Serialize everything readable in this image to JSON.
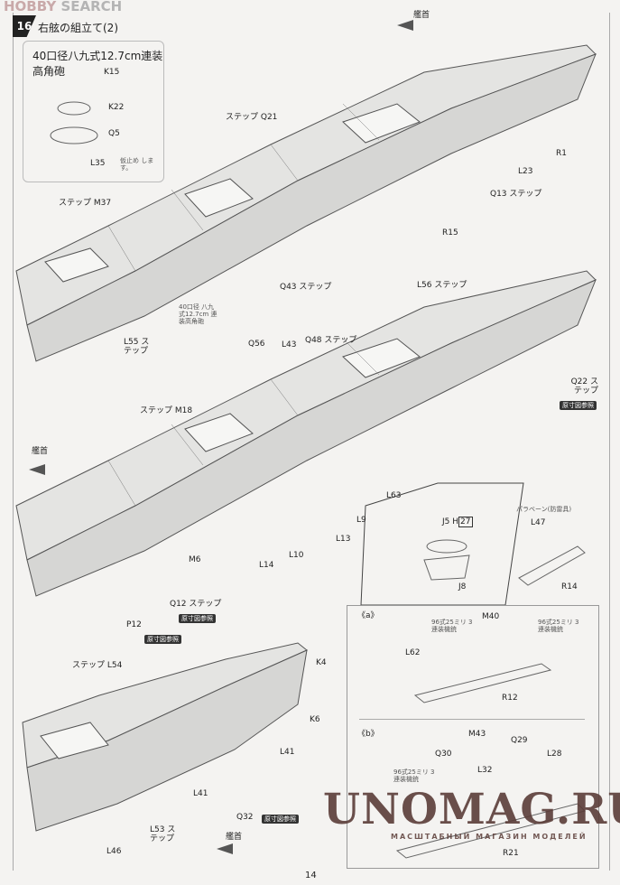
{
  "watermark_top": {
    "brand": "HOBBY",
    "brand2": "SEARCH"
  },
  "header": {
    "step_number": "16",
    "title": "右舷の組立て(2)"
  },
  "inset": {
    "title_line1": "40口径八九式12.7cm連装",
    "title_line2": "高角砲",
    "parts": [
      "K15",
      "K22",
      "Q5",
      "L35"
    ],
    "note": "仮止め します。"
  },
  "view1_labels": [
    "艦首",
    "ステップ Q21",
    "R1",
    "L23",
    "Q13 ステップ",
    "R15",
    "ステップ M37",
    "Q43 ステップ",
    "40口径 八九式12.7cm 連装高角砲",
    "Q56",
    "L55 ステップ"
  ],
  "view2_labels": [
    "L56 ステップ",
    "L43",
    "Q48 ステップ",
    "Q22 ステップ",
    "原寸図参照",
    "ステップ M18",
    "艦首",
    "L63",
    "L9",
    "L13",
    "L10",
    "L14",
    "M6",
    "Q12 ステップ",
    "原寸図参照",
    "P12",
    "原寸図参照"
  ],
  "detail_boat": {
    "part": "J5",
    "sub": "H",
    "sub_num": "27",
    "base": "J8"
  },
  "paravane": {
    "title": "パラベーン(防雷具)",
    "parts": [
      "L47",
      "R14"
    ]
  },
  "sub_a": {
    "label": "《a》",
    "gun_note": "96式25ミリ 3連装機銃",
    "parts": [
      "M40",
      "L62",
      "R12"
    ]
  },
  "sub_b": {
    "label": "《b》",
    "gun_note": "96式25ミリ 3連装機銃",
    "parts": [
      "M43",
      "Q29",
      "Q30",
      "L32",
      "L28",
      "R21"
    ]
  },
  "view3_labels": [
    "ステップ L54",
    "K4",
    "K6",
    "L41",
    "L41",
    "Q32",
    "原寸図参照",
    "L53 ステップ",
    "L46",
    "艦首"
  ],
  "watermark": {
    "main": "UNOMAG.RU",
    "sub": "МАСШТАБНЫЙ МАГАЗИН МОДЕЛЕЙ"
  },
  "page_number": "14"
}
